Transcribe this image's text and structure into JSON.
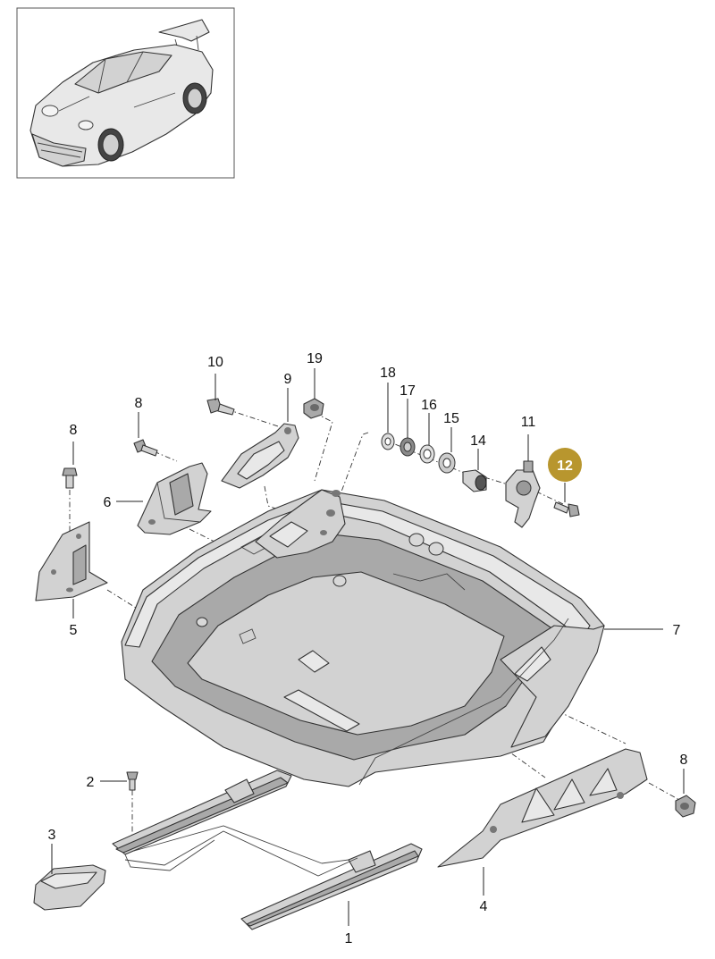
{
  "diagram": {
    "thumbnail": {
      "description_icon": "car-thumbnail-icon"
    },
    "highlight_color": "#b8962e",
    "callouts": [
      {
        "id": "1",
        "label": "1"
      },
      {
        "id": "2",
        "label": "2"
      },
      {
        "id": "3",
        "label": "3"
      },
      {
        "id": "4",
        "label": "4"
      },
      {
        "id": "5",
        "label": "5"
      },
      {
        "id": "6",
        "label": "6"
      },
      {
        "id": "7",
        "label": "7"
      },
      {
        "id": "8a",
        "label": "8"
      },
      {
        "id": "8b",
        "label": "8"
      },
      {
        "id": "8c",
        "label": "8"
      },
      {
        "id": "9",
        "label": "9"
      },
      {
        "id": "10",
        "label": "10"
      },
      {
        "id": "11",
        "label": "11"
      },
      {
        "id": "12",
        "label": "12",
        "highlighted": true
      },
      {
        "id": "14",
        "label": "14"
      },
      {
        "id": "15",
        "label": "15"
      },
      {
        "id": "16",
        "label": "16"
      },
      {
        "id": "17",
        "label": "17"
      },
      {
        "id": "18",
        "label": "18"
      },
      {
        "id": "19",
        "label": "19"
      }
    ]
  }
}
